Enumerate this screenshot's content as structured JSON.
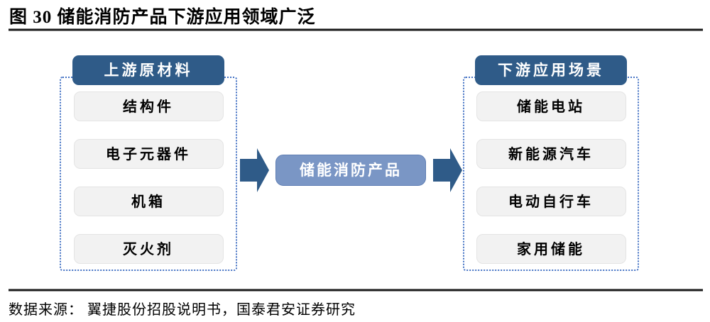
{
  "figure": {
    "title": "图 30 储能消防产品下游应用领域广泛"
  },
  "diagram": {
    "upstream": {
      "header": "上游原材料",
      "items": [
        "结构件",
        "电子元器件",
        "机箱",
        "灭火剂"
      ]
    },
    "center": {
      "label": "储能消防产品"
    },
    "downstream": {
      "header": "下游应用场景",
      "items": [
        "储能电站",
        "新能源汽车",
        "电动自行车",
        "家用储能"
      ]
    }
  },
  "footer": {
    "source": "数据来源： 翼捷股份招股说明书，国泰君安证券研究"
  },
  "colors": {
    "navy": "#2F5B88",
    "steel_blue": "#7A96C5",
    "dotted_border": "#4472C4",
    "item_bg": "#F2F2F2",
    "rule_core": "#1B1B1B",
    "text": "#000000"
  }
}
